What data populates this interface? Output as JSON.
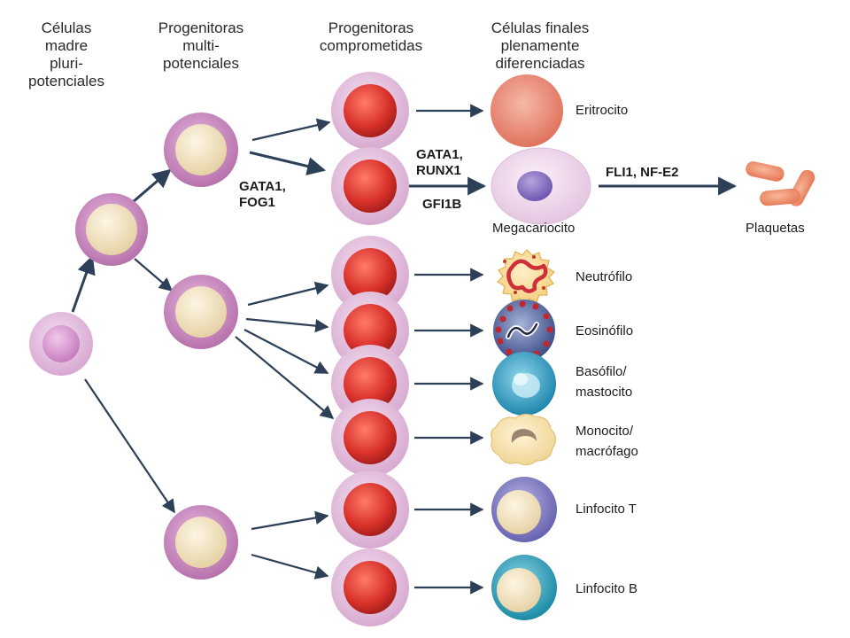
{
  "columns": {
    "stem": [
      "Células",
      "madre",
      "pluri-",
      "potenciales"
    ],
    "multipotent": [
      "Progenitoras",
      "multi-",
      "potenciales"
    ],
    "committed": [
      "Progenitoras",
      "comprometidas"
    ],
    "final": [
      "Células finales",
      "plenamente",
      "diferenciadas"
    ]
  },
  "factors": {
    "gata1_fog1": [
      "GATA1,",
      "FOG1"
    ],
    "gata1_runx1": [
      "GATA1,",
      "RUNX1"
    ],
    "gfi1b": "GFI1B",
    "fli1_nfe2": "FLI1, NF-E2"
  },
  "cells": {
    "eritrocito": "Eritrocito",
    "megacariocito": "Megacariocito",
    "plaquetas": "Plaquetas",
    "neutrofilo": "Neutrófilo",
    "eosinofilo": "Eosinófilo",
    "basofilo": [
      "Basófilo/",
      "mastocito"
    ],
    "monocito": [
      "Monocito/",
      "macrófago"
    ],
    "linfocito_t": "Linfocito T",
    "linfocito_b": "Linfocito B"
  },
  "colors": {
    "progenitor_ring": "#c98fc0",
    "progenitor_core": "#f3e6c8",
    "committed_ring": "#e3bfdc",
    "committed_core": "#d9342b",
    "arrow": "#2e4057",
    "stem_core": "#d89bd0"
  }
}
